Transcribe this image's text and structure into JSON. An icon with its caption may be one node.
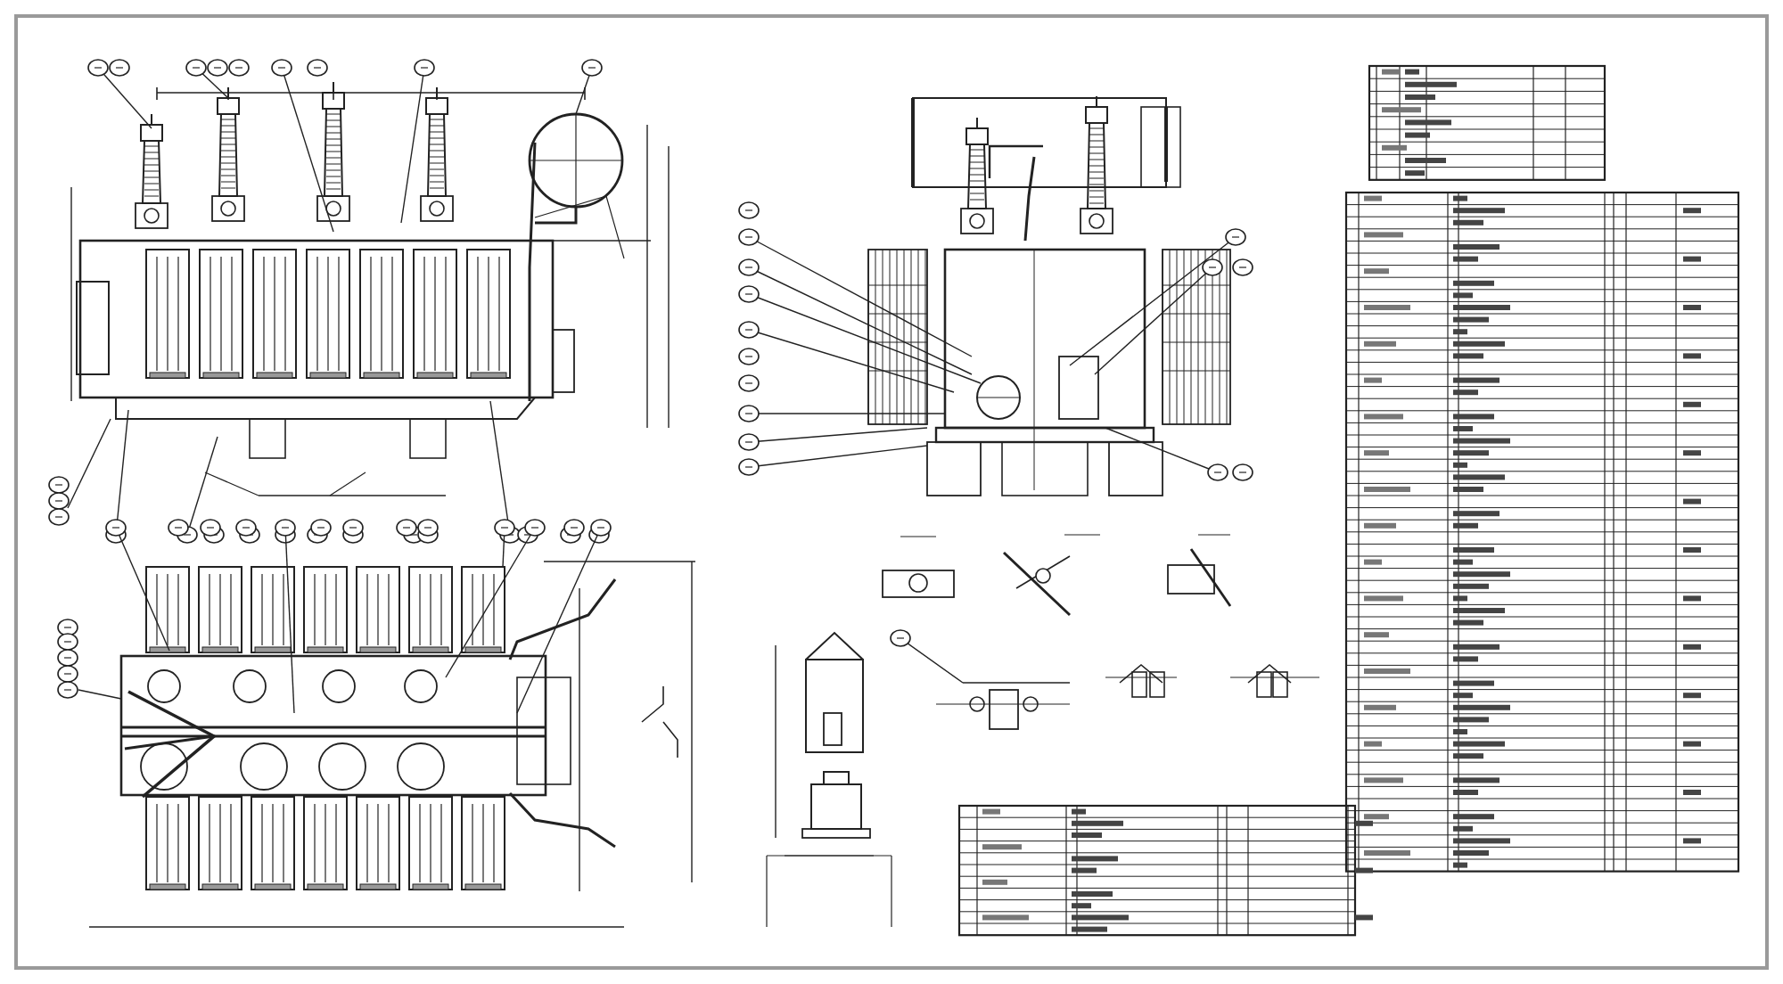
{
  "diagram": {
    "nodes": [
      {
        "text": [],
        "shape": "picture"
      },
      {
        "text": [],
        "shape": "picture"
      },
      {
        "text": [],
        "shape": "picture"
      },
      {
        "text": [],
        "shape": "picture"
      },
      {
        "text": [],
        "shape": "picture"
      },
      {
        "text": [],
        "shape": "picture"
      },
      {
        "text": [],
        "shape": "table"
      },
      {
        "text": [],
        "shape": "table"
      },
      {
        "text": [],
        "shape": "table"
      }
    ]
  }
}
